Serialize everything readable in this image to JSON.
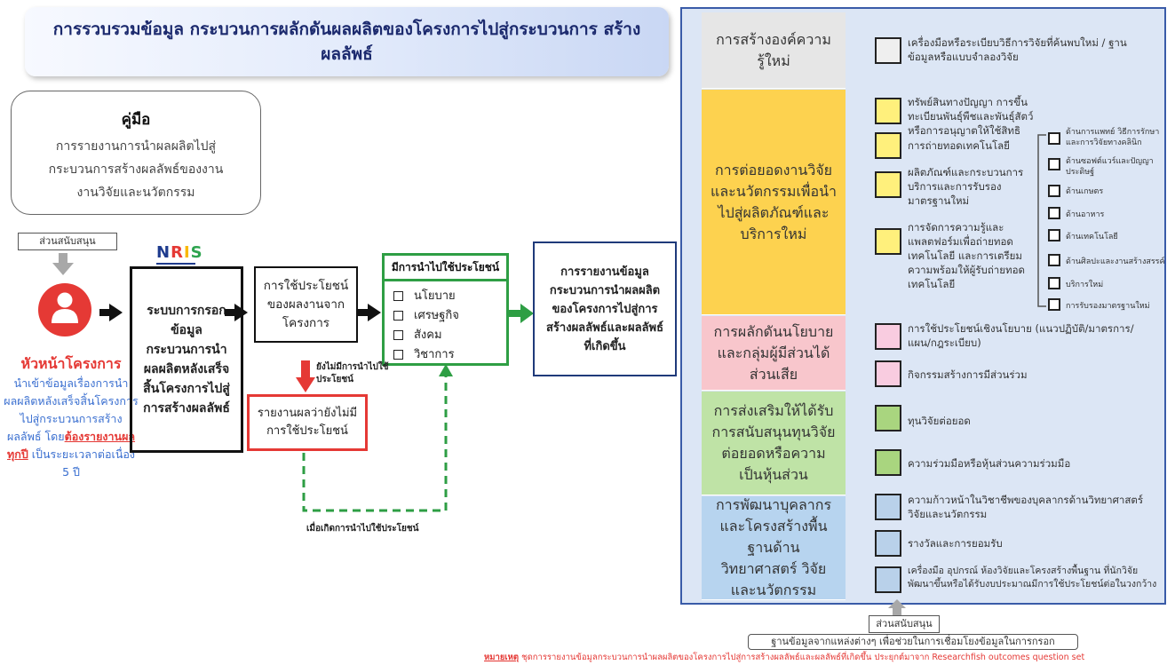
{
  "title": "การรวบรวมข้อมูล กระบวนการผลักดันผลผลิตของโครงการไปสู่กระบวนการ สร้างผลลัพธ์",
  "manual": {
    "heading": "คู่มือ",
    "body": "การรายงานการนำผลผลิตไปสู่ กระบวนการสร้างผลลัพธ์ของงาน งานวิจัยและนวัตกรรม"
  },
  "left_support": "ส่วนสนับสนุน",
  "person": {
    "role": "หัวหน้าโครงการ",
    "text1": "นำเข้าข้อมูลเรื่องการนำผลผลิตหลังเสร็จสิ้นโครงการไปสู่กระบวนการสร้างผลลัพธ์ โดย",
    "emph": "ต้องรายงานผลทุกปี",
    "text2": " เป็นระยะเวลาต่อเนื่อง 5 ปี"
  },
  "nris": {
    "letters": [
      "N",
      "R",
      "I",
      "S"
    ],
    "colors": [
      "#1e3b8e",
      "#e53935",
      "#f9b800",
      "#2ea44f"
    ]
  },
  "system_box": "ระบบการกรอกข้อมูล กระบวนการนำผลผลิตหลังเสร็จสิ้นโครงการไปสู่การสร้างผลลัพธ์",
  "benefit_box": "การใช้ประโยชน์ของผลงานจากโครงการ",
  "used_header": "มีการนำไปใช้ประโยชน์",
  "used_options": [
    "นโยบาย",
    "เศรษฐกิจ",
    "สังคม",
    "วิชาการ"
  ],
  "not_used_label": "ยังไม่มีการนำไปใช้ประโยชน์",
  "not_used_box": "รายงานผลว่ายังไม่มีการใช้ประโยชน์",
  "when_used_label": "เมื่อเกิดการนำไปใช้ประโยชน์",
  "report_box": "การรายงานข้อมูล กระบวนการนำผลผลิตของโครงการไปสู่การสร้างผลลัพธ์และผลลัพธ์ที่เกิดขึ้น",
  "sections": [
    {
      "label": "การสร้างองค์ความรู้ใหม่",
      "color": "#e6e6e6",
      "box": "#efefef",
      "items": [
        "เครื่องมือหรือระเบียบวิธีการวิจัยที่ค้นพบใหม่ / ฐานข้อมูลหรือแบบจำลองวิจัย"
      ]
    },
    {
      "label": "การต่อยอดงานวิจัยและนวัตกรรมเพื่อนำไปสู่ผลิตภัณฑ์และบริการใหม่",
      "color": "#fdd24f",
      "box": "#fff07c",
      "items": [
        "ทรัพย์สินทางปัญญา การขึ้นทะเบียนพันธุ์พืชและพันธุ์สัตว์ หรือการอนุญาตให้ใช้สิทธิ",
        "การถ่ายทอดเทคโนโลยี",
        "ผลิตภัณฑ์และกระบวนการบริการและการรับรองมาตรฐานใหม่",
        "การจัดการความรู้และแพลตฟอร์มเพื่อถ่ายทอดเทคโนโลยี และการเตรียมความพร้อมให้ผู้รับถ่ายทอดเทคโนโลยี"
      ],
      "subitems": [
        "ด้านการแพทย์ วิธีการรักษาและการวิจัยทางคลินิก",
        "ด้านซอฟต์แวร์และปัญญาประดิษฐ์",
        "ด้านเกษตร",
        "ด้านอาหาร",
        "ด้านเทคโนโลยี",
        "ด้านศิลปะและงานสร้างสรรค์",
        "บริการใหม่",
        "การรับรองมาตรฐานใหม่"
      ]
    },
    {
      "label": "การผลักดันนโยบายและกลุ่มผู้มีส่วนได้ส่วนเสีย",
      "color": "#f8c6cc",
      "box": "#f9cce0",
      "items": [
        "การใช้ประโยชน์เชิงนโยบาย (แนวปฏิบัติ/มาตรการ/แผน/กฎระเบียบ)",
        "กิจกรรมสร้างการมีส่วนร่วม"
      ]
    },
    {
      "label": "การส่งเสริมให้ได้รับการสนับสนุนทุนวิจัยต่อยอดหรือความเป็นหุ้นส่วน",
      "color": "#bfe3a6",
      "box": "#a9d57f",
      "items": [
        "ทุนวิจัยต่อยอด",
        "ความร่วมมือหรือหุ้นส่วนความร่วมมือ"
      ]
    },
    {
      "label": "การพัฒนาบุคลากรและโครงสร้างพื้นฐานด้านวิทยาศาสตร์ วิจัยและนวัตกรรม",
      "color": "#b7d4ef",
      "box": "#b9d1ea",
      "items": [
        "ความก้าวหน้าในวิชาชีพของบุคลากรด้านวิทยาศาสตร์ วิจัยและนวัตกรรม",
        "รางวัลและการยอมรับ",
        "เครื่องมือ อุปกรณ์ ห้องวิจัยและโครงสร้างพื้นฐาน ที่นักวิจัยพัฒนาขึ้นหรือได้รับงบประมาณมีการใช้ประโยชน์ต่อในวงกว้าง"
      ]
    }
  ],
  "right_support": "ส่วนสนับสนุน",
  "database_text": "ฐานข้อมูลจากแหล่งต่างๆ เพื่อช่วยในการเชื่อมโยงข้อมูลในการกรอก",
  "note_label": "หมายเหตุ",
  "note_text": " ชุดการรายงานข้อมูลกระบวนการนำผลผลิตของโครงการไปสู่การสร้างผลลัพธ์และผลลัพธ์ที่เกิดขึ้น ประยุกต์มาจาก Researchfish outcomes question set",
  "colors": {
    "green": "#2e9e44",
    "red": "#e53935",
    "navy": "#1f3a7a",
    "blue_text": "#3a6fd0"
  }
}
